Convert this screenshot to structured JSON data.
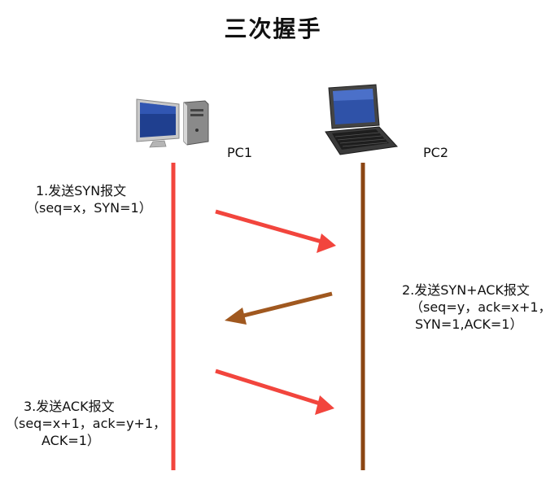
{
  "title": "三次握手",
  "hosts": {
    "pc1": {
      "name": "PC1",
      "icon": "desktop-computer-icon",
      "line_color": "#f2453d"
    },
    "pc2": {
      "name": "PC2",
      "icon": "laptop-computer-icon",
      "line_color": "#8b4513"
    }
  },
  "steps": [
    {
      "lines": [
        "1.发送SYN报文",
        "（seq=x，SYN=1）"
      ],
      "direction": "PC1 → PC2",
      "color": "#f2453d"
    },
    {
      "lines": [
        "2.发送SYN+ACK报文",
        "（seq=y，ack=x+1，",
        "SYN=1,ACK=1）"
      ],
      "direction": "PC2 → PC1",
      "color": "#8b4513"
    },
    {
      "lines": [
        "3.发送ACK报文",
        "（seq=x+1，ack=y+1，",
        "ACK=1）"
      ],
      "direction": "PC1 → PC2",
      "color": "#f2453d"
    }
  ]
}
